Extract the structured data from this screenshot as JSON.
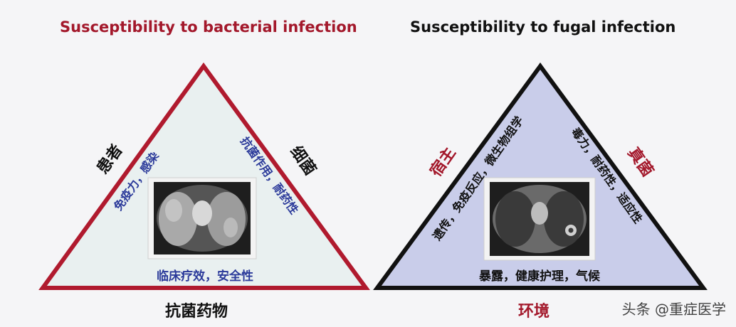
{
  "left_panel": {
    "title": "Susceptibility to bacterial infection",
    "side_left_label": "患者",
    "side_left_detail": "免疫力，感染",
    "side_right_label": "细菌",
    "side_right_detail": "抗菌作用，耐药性",
    "base_detail": "临床疗效，安全性",
    "bottom_label": "抗菌药物",
    "border_color": "#b01a2e",
    "fill_color": "#e9f0f0"
  },
  "right_panel": {
    "title": "Susceptibility to fugal infection",
    "side_left_label": "宿主",
    "side_left_detail": "遗传，免疫反应，微生物组学",
    "side_right_label": "真菌",
    "side_right_detail": "毒力，耐药性，适应性",
    "base_detail": "暴露，健康护理，气候",
    "bottom_label": "环境",
    "border_color": "#111111",
    "fill_color": "#c9cdea"
  },
  "watermark": "头条 @重症医学",
  "colors": {
    "accent_red": "#a3182b",
    "detail_blue": "#2b3a9a"
  }
}
